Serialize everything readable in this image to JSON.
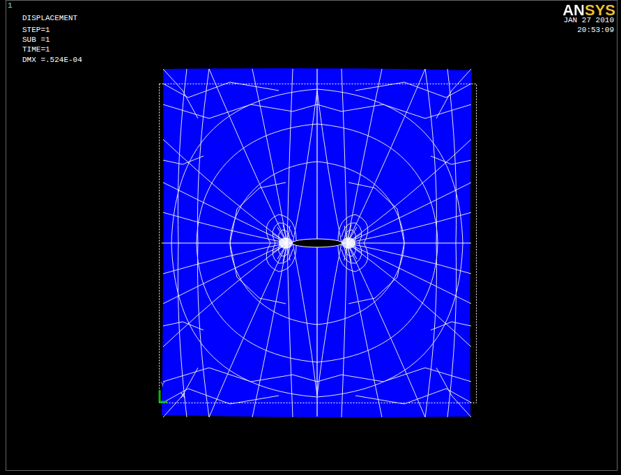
{
  "diagram": {
    "labels": [
      "1",
      "DISPLACEMENT",
      "STEP=1",
      "SUB =1",
      "TIME=1",
      "DMX =.524E-04",
      "ANSYS",
      "JAN 27 2010",
      "20:53:09",
      "Y",
      "X"
    ]
  }
}
